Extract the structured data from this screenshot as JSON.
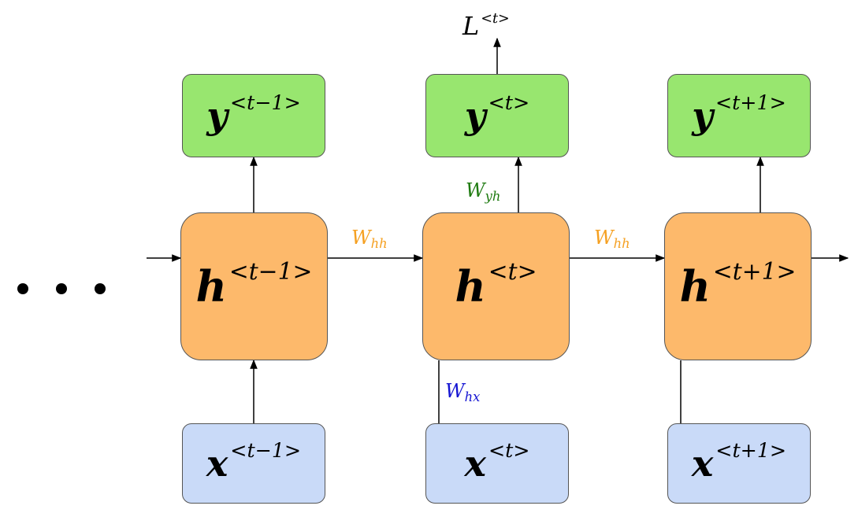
{
  "cells": [
    {
      "output": {
        "var": "y",
        "sup": "<t−1>"
      },
      "hidden": {
        "var": "h",
        "sup": "<t−1>"
      },
      "input": {
        "var": "x",
        "sup": "<t−1>"
      }
    },
    {
      "output": {
        "var": "y",
        "sup": "<t>"
      },
      "hidden": {
        "var": "h",
        "sup": "<t>"
      },
      "input": {
        "var": "x",
        "sup": "<t>"
      }
    },
    {
      "output": {
        "var": "y",
        "sup": "<t+1>"
      },
      "hidden": {
        "var": "h",
        "sup": "<t+1>"
      },
      "input": {
        "var": "x",
        "sup": "<t+1>"
      }
    }
  ],
  "loss": {
    "var": "L",
    "sup": "<t>"
  },
  "weights": {
    "hh_1": {
      "var": "W",
      "sub": "hh"
    },
    "hh_2": {
      "var": "W",
      "sub": "hh"
    },
    "yh": {
      "var": "W",
      "sub": "yh"
    },
    "hx": {
      "var": "W",
      "sub": "hx"
    }
  },
  "colors": {
    "output_fill": "#98e66f",
    "hidden_fill": "#fdb96b",
    "input_fill": "#c9daf8",
    "w_hh": "#f5a021",
    "w_yh": "#1e7a10",
    "w_hx": "#1414d2"
  },
  "ellipsis_icon": "ellipsis-icon"
}
